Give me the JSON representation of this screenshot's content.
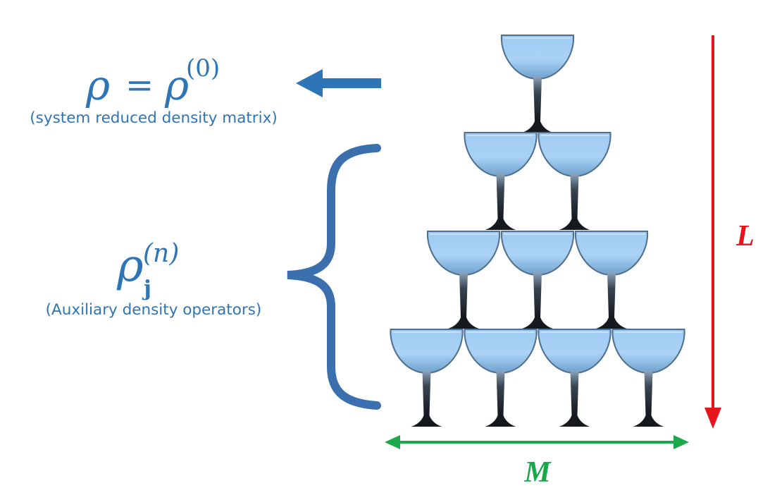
{
  "top_label": {
    "rho": "ρ",
    "equals": "=",
    "rho_0": "ρ",
    "superscript": "(0)",
    "caption": "(system reduced density matrix)"
  },
  "aux_label": {
    "rho": "ρ",
    "subscript": "j",
    "superscript": "(n)",
    "caption": "(Auxiliary density operators)"
  },
  "depth_label": "L",
  "width_label": "M",
  "colors": {
    "label_blue": "#2e75b6",
    "arrow_blue": "#2e75b6",
    "brace_blue": "#3b6fae",
    "depth_red": "#e8141b",
    "width_green": "#19a84a",
    "glass_fill": "#a9d1f3",
    "glass_stem": "#1b1f26"
  },
  "pyramid": {
    "rows": [
      1,
      2,
      3,
      4
    ]
  }
}
